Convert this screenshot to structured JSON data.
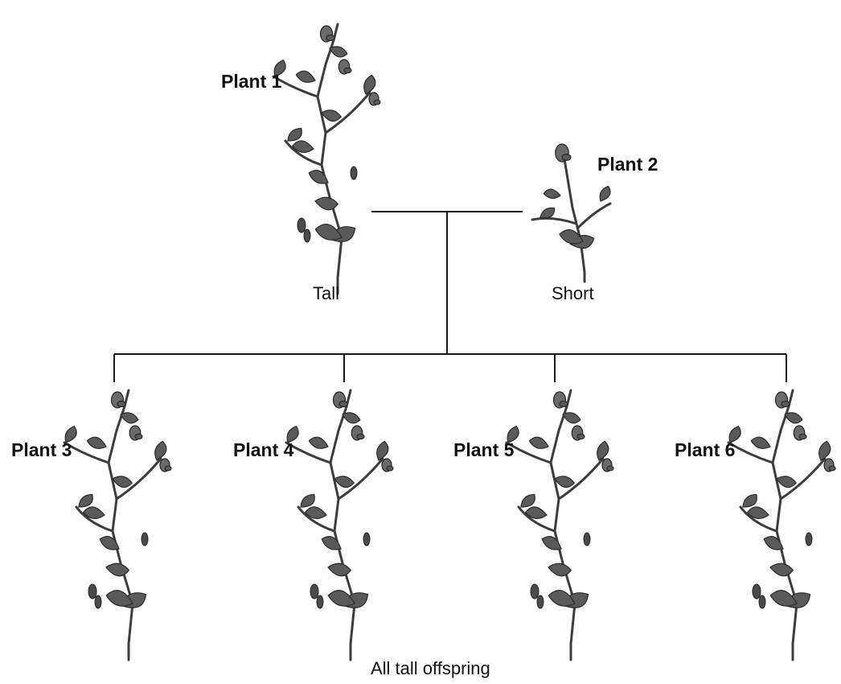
{
  "plants": [
    {
      "name": "Plant 1",
      "trait": "Tall",
      "height": "tall",
      "icon": "tall-pea-plant-icon"
    },
    {
      "name": "Plant 2",
      "trait": "Short",
      "height": "short",
      "icon": "short-pea-plant-icon"
    },
    {
      "name": "Plant 3",
      "height": "tall",
      "icon": "tall-pea-plant-icon"
    },
    {
      "name": "Plant 4",
      "height": "tall",
      "icon": "tall-pea-plant-icon"
    },
    {
      "name": "Plant 5",
      "height": "tall",
      "icon": "tall-pea-plant-icon"
    },
    {
      "name": "Plant 6",
      "height": "tall",
      "icon": "tall-pea-plant-icon"
    }
  ],
  "caption": "All tall offspring",
  "colors": {
    "line": "#1a1a1a",
    "plant": "#5a5a5a",
    "background": "#ffffff"
  }
}
